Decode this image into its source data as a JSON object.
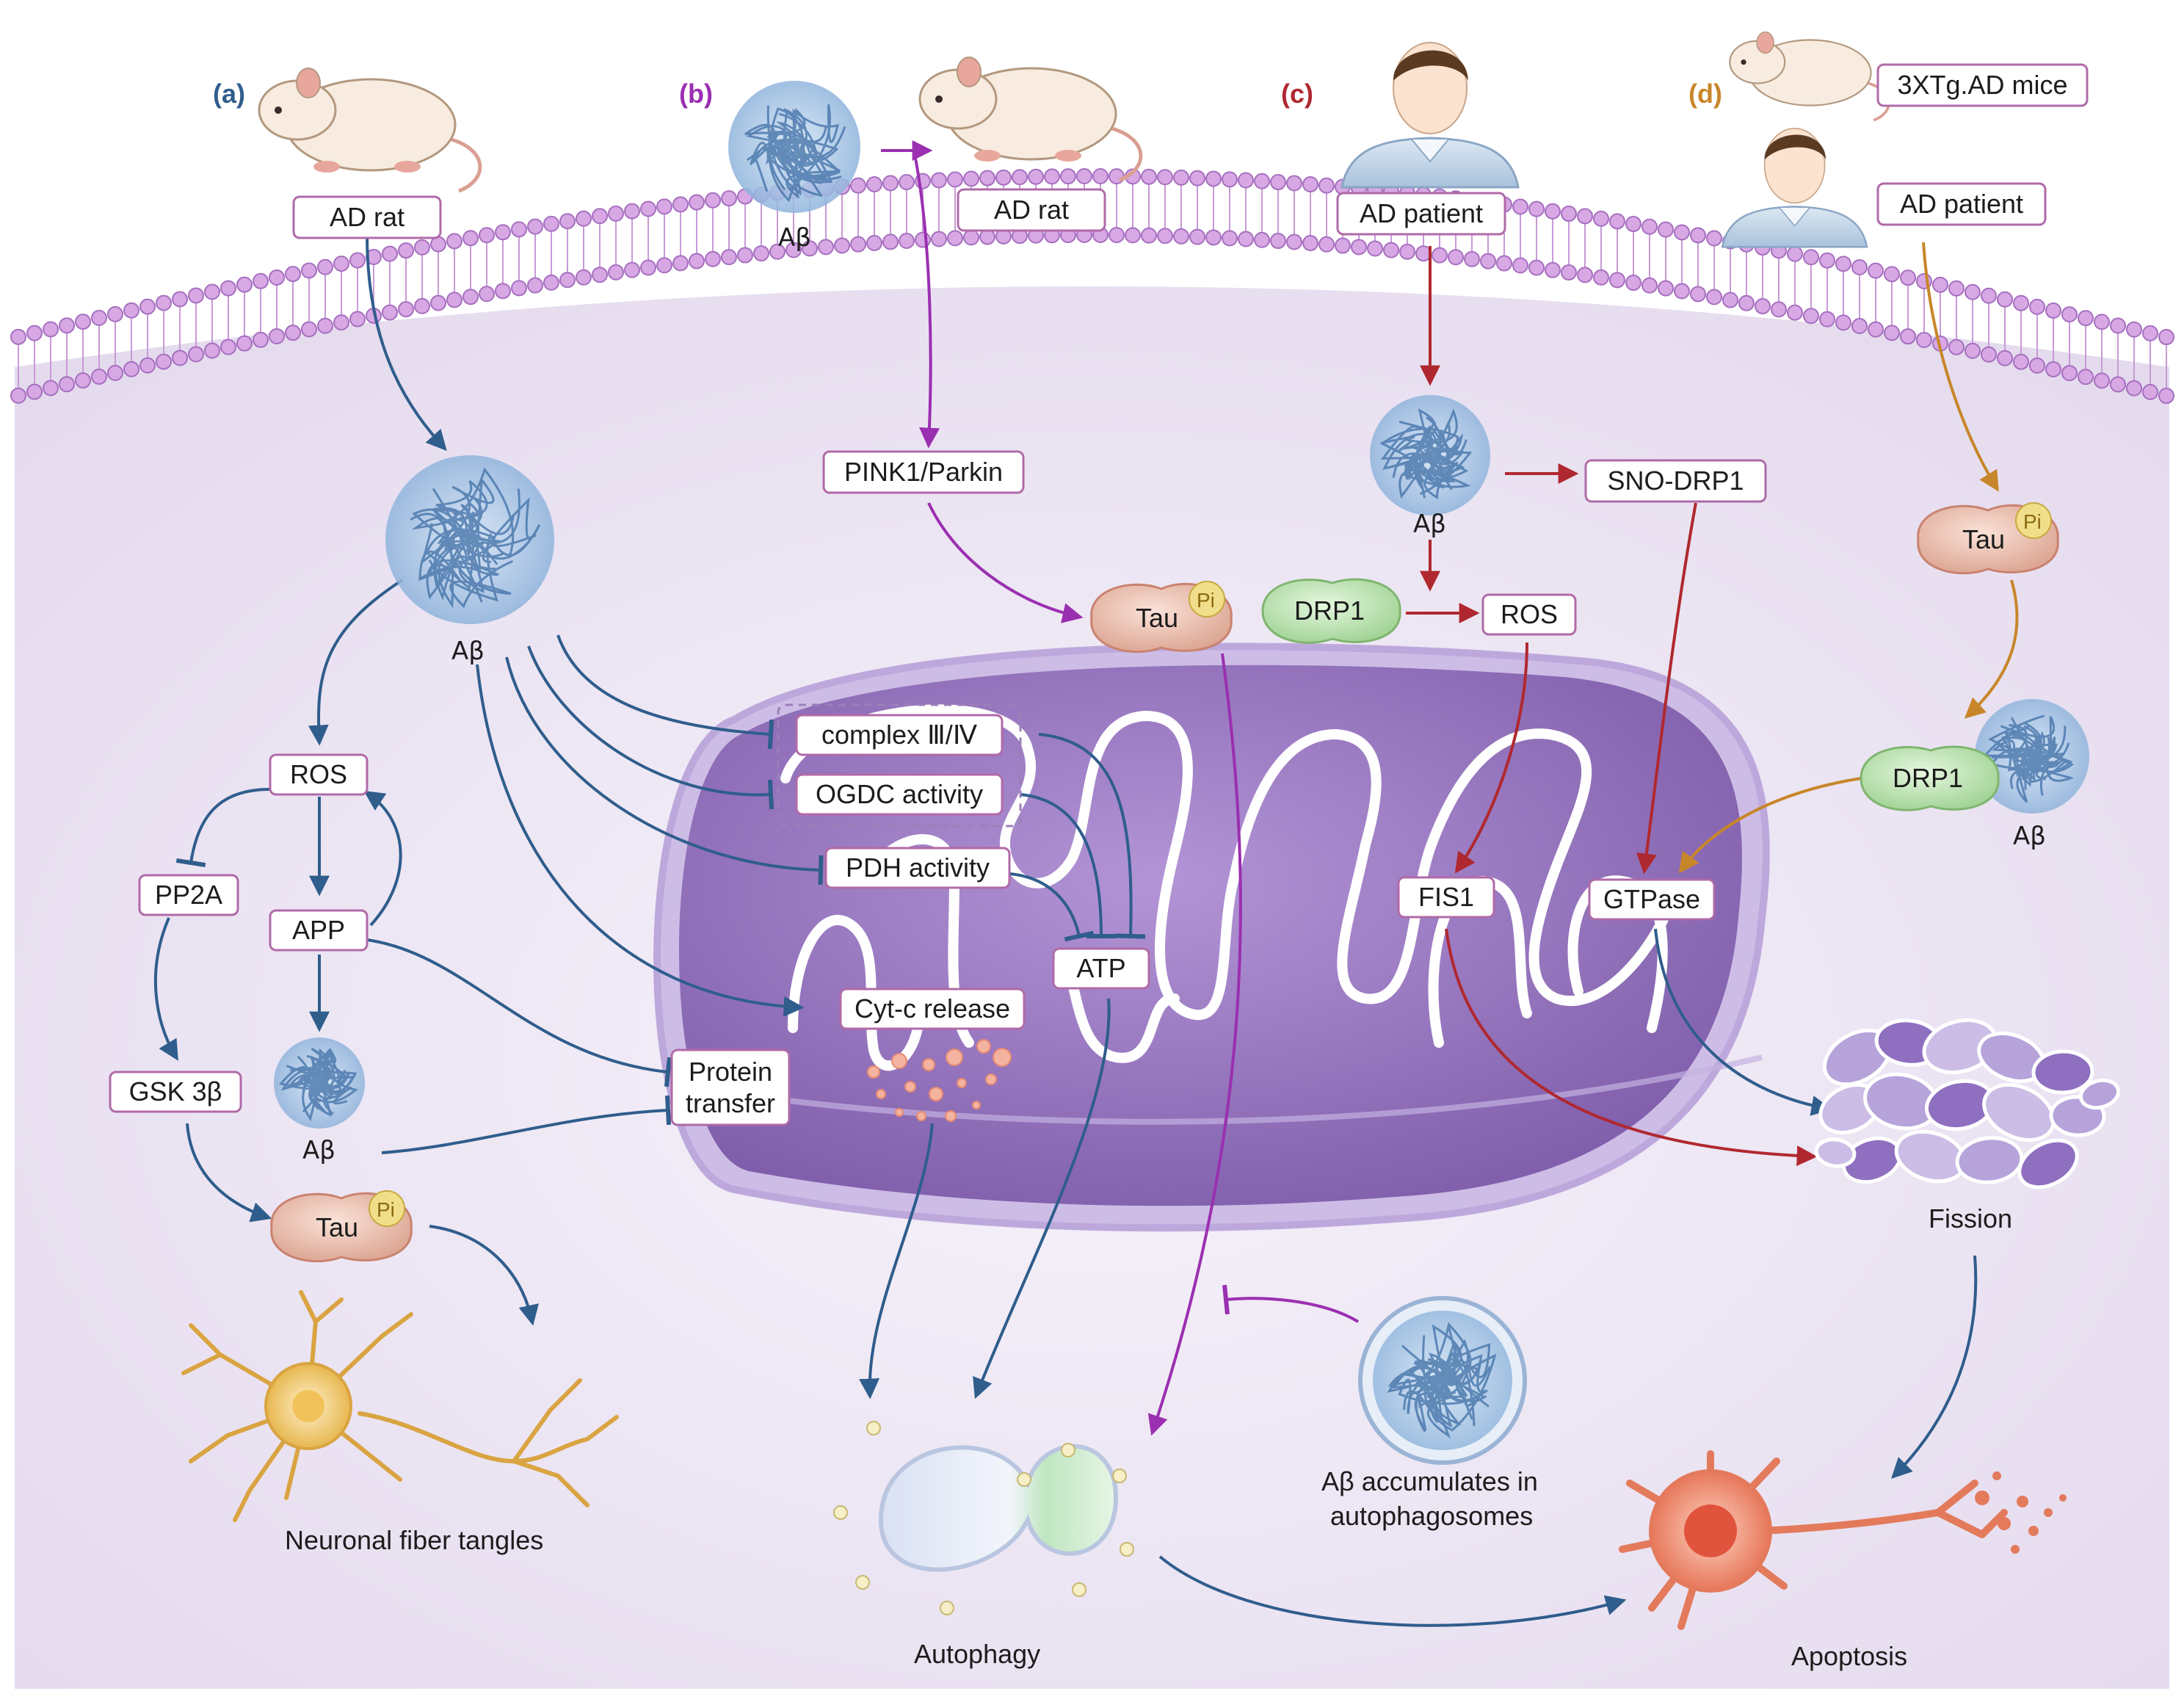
{
  "colors": {
    "panel_a": "#2f5d8c",
    "panel_b": "#9a2fb0",
    "panel_c": "#b0282f",
    "panel_d": "#c8862a",
    "box_border": "#b06aa8",
    "cytoplasm": "#ece6f2",
    "membrane": "#c79ad6",
    "mito_outer": "#a58cc8",
    "mito_inner": "#8c6cb8"
  },
  "panels": {
    "a": "(a)",
    "b": "(b)",
    "c": "(c)",
    "d": "(d)"
  },
  "subjects": {
    "ad_rat_a": "AD rat",
    "ad_rat_b": "AD rat",
    "ad_patient_c": "AD patient",
    "mice_d": "3XTg.AD mice",
    "ad_patient_d": "AD patient"
  },
  "labels": {
    "abeta": "Aβ",
    "ros_a": "ROS",
    "pp2a": "PP2A",
    "app": "APP",
    "gsk3b": "GSK 3β",
    "tau": "Tau",
    "pi": "Pi",
    "pink1": "PINK1/Parkin",
    "complex": "complex Ⅲ/Ⅳ",
    "ogdc": "OGDC activity",
    "pdh": "PDH activity",
    "atp": "ATP",
    "cytc": "Cyt-c release",
    "protein_transfer_1": "Protein",
    "protein_transfer_2": "transfer",
    "sno_drp1": "SNO-DRP1",
    "drp1": "DRP1",
    "ros_c": "ROS",
    "fis1": "FIS1",
    "gtpase": "GTPase"
  },
  "captions": {
    "tangles": "Neuronal fiber tangles",
    "autophagy": "Autophagy",
    "accumulate_1": "Aβ accumulates in",
    "accumulate_2": "autophagosomes",
    "fission": "Fission",
    "apoptosis": "Apoptosis"
  }
}
